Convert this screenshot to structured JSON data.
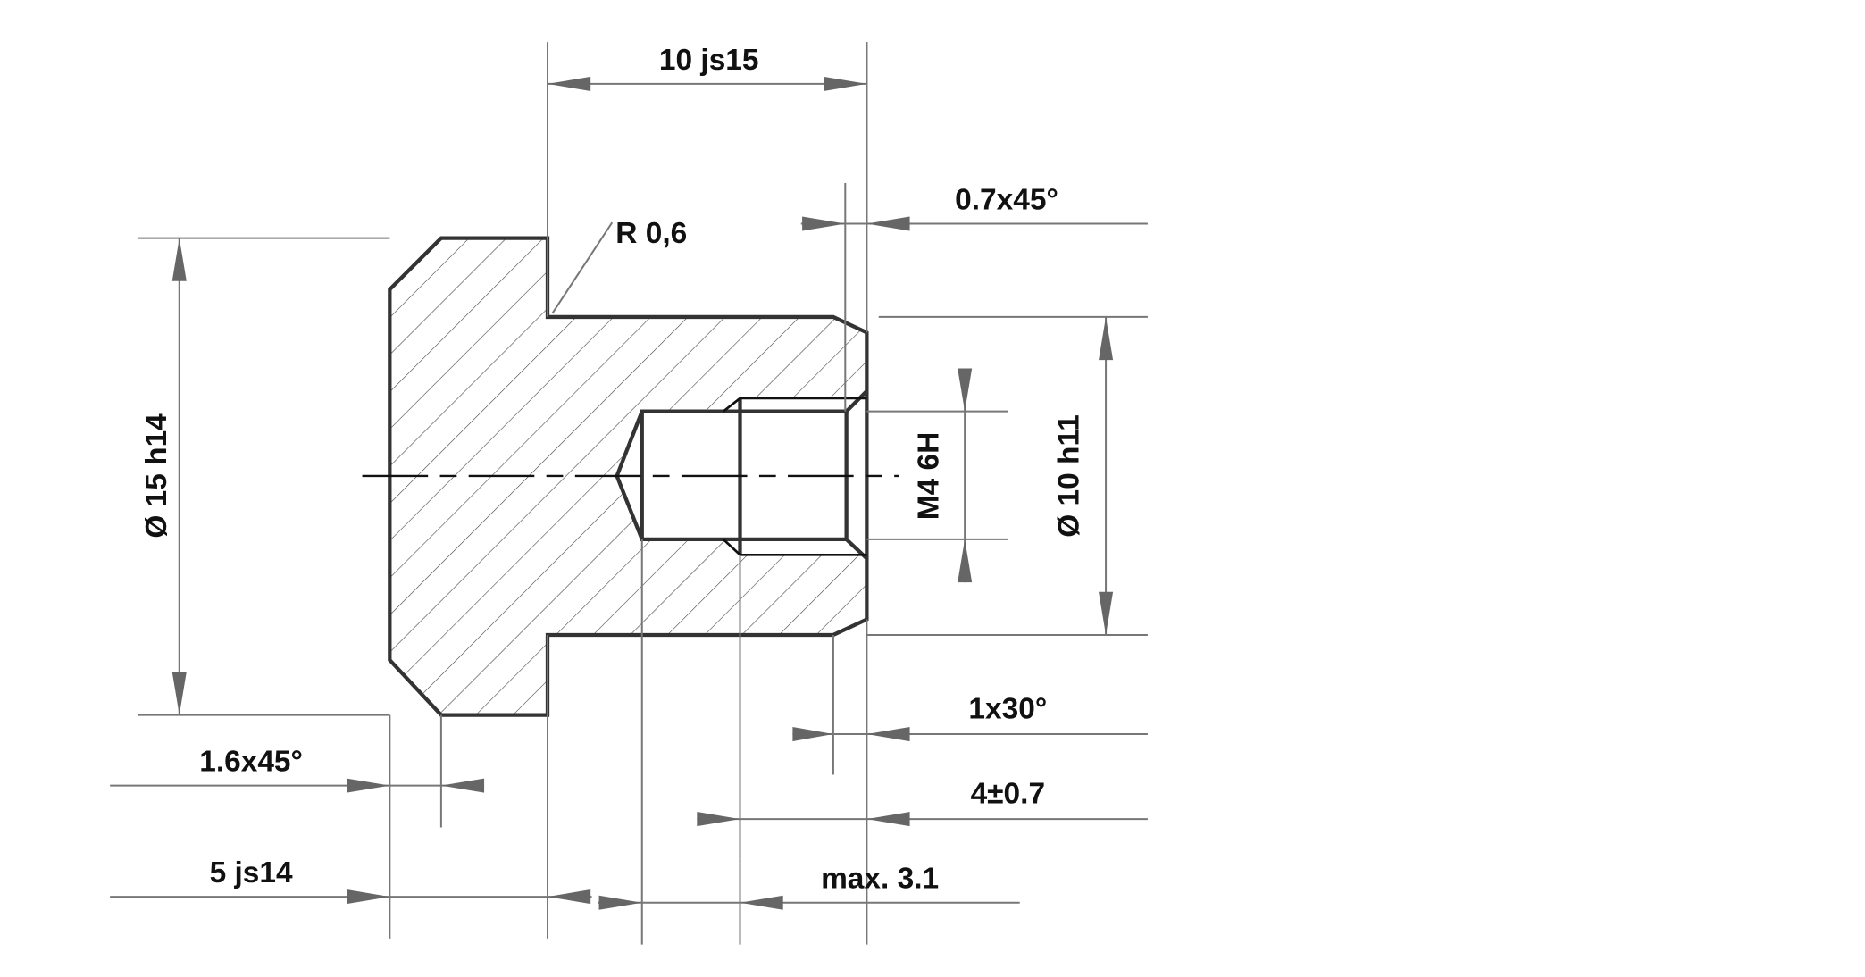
{
  "drawing": {
    "title": "Threaded plug section view",
    "dimensions": {
      "length_top": "10 js15",
      "chamfer_right": "0.7x45°",
      "radius": "R 0,6",
      "diameter_head": "Ø 15 h14",
      "diameter_shank": "Ø 10 h11",
      "thread": "M4 6H",
      "chamfer_shank": "1x30°",
      "thread_depth": "4±0.7",
      "chamfer_head": "1.6x45°",
      "head_length": "5 js14",
      "drill_max": "max. 3.1"
    },
    "colors": {
      "outline": "#333333",
      "dimension": "#777777",
      "arrow": "#666666"
    }
  }
}
